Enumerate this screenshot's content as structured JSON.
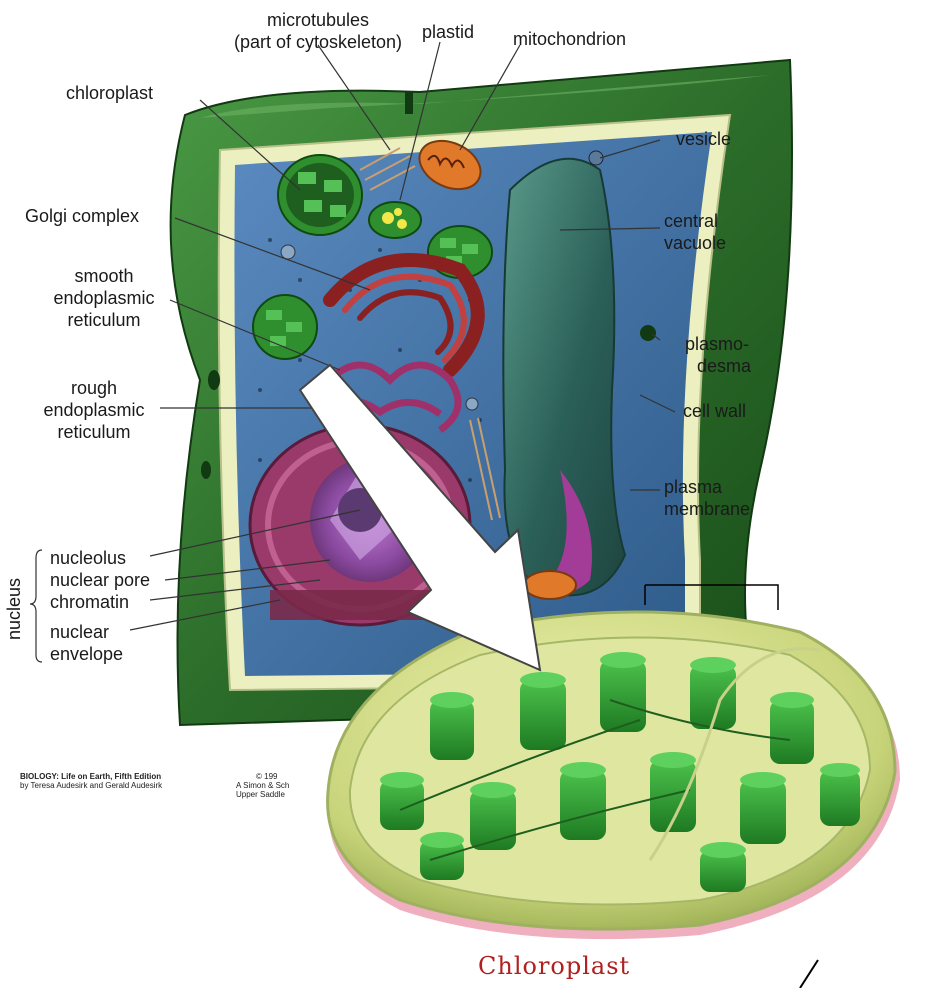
{
  "labels": {
    "microtubules": "microtubules",
    "cytoskeleton": "(part of cytoskeleton)",
    "plastid": "plastid",
    "mitochondrion": "mitochondrion",
    "chloroplast": "chloroplast",
    "vesicle": "vesicle",
    "golgi": "Golgi complex",
    "central_vacuole_1": "central",
    "central_vacuole_2": "vacuole",
    "smooth_er_1": "smooth",
    "smooth_er_2": "endoplasmic",
    "smooth_er_3": "reticulum",
    "plasmodesma_1": "plasmo-",
    "plasmodesma_2": "desma",
    "rough_er_1": "rough",
    "rough_er_2": "endoplasmic",
    "rough_er_3": "reticulum",
    "cell_wall": "cell wall",
    "plasma_membrane_1": "plasma",
    "plasma_membrane_2": "membrane",
    "nucleus": "nucleus",
    "nucleolus": "nucleolus",
    "nuclear_pore": "nuclear pore",
    "chromatin": "chromatin",
    "nuclear_envelope_1": "nuclear",
    "nuclear_envelope_2": "envelope"
  },
  "credits": {
    "book_title": "BIOLOGY: Life on Earth, Fifth Edition",
    "authors": "by Teresa Audesirk and Gerald Audesirk",
    "copyright_1": "© 199",
    "copyright_2": "A Simon & Sch",
    "copyright_3": "Upper Saddle"
  },
  "inset": {
    "title": "Chloroplast"
  },
  "colors": {
    "cell_wall_dark": "#1e5a1e",
    "cell_wall_light": "#3f8f3a",
    "cytoplasm": "#3f6f9e",
    "vacuole": "#2f6f5f",
    "vacuole_pink": "#b03aa0",
    "golgi": "#8a2020",
    "nucleus": "#b04a80",
    "chloroplast_outer": "#d8e08a",
    "thylakoid": "#2f9a2f",
    "inset_title": "#b02020"
  }
}
